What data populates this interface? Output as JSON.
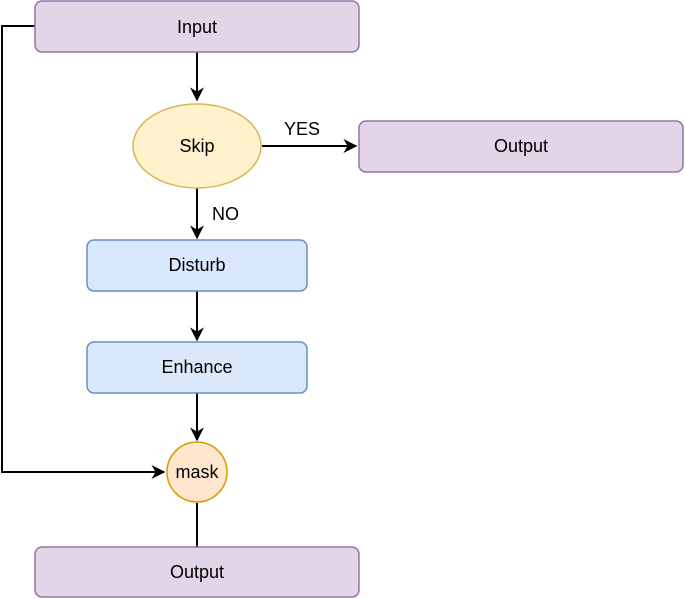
{
  "colors": {
    "purple_fill": "#e1d5e7",
    "purple_stroke": "#9673a6",
    "yellow_fill": "#fff2cc",
    "yellow_stroke": "#d6b656",
    "blue_fill": "#dae8fc",
    "blue_stroke": "#6c8ebf",
    "orange_fill": "#ffe6cc",
    "orange_stroke": "#d79b00",
    "edge": "#000000"
  },
  "nodes": {
    "input": {
      "label": "Input"
    },
    "skip": {
      "label": "Skip"
    },
    "output_top": {
      "label": "Output"
    },
    "disturb": {
      "label": "Disturb"
    },
    "enhance": {
      "label": "Enhance"
    },
    "mask": {
      "label": "mask"
    },
    "output_bottom": {
      "label": "Output"
    }
  },
  "edges": {
    "yes_label": "YES",
    "no_label": "NO"
  }
}
